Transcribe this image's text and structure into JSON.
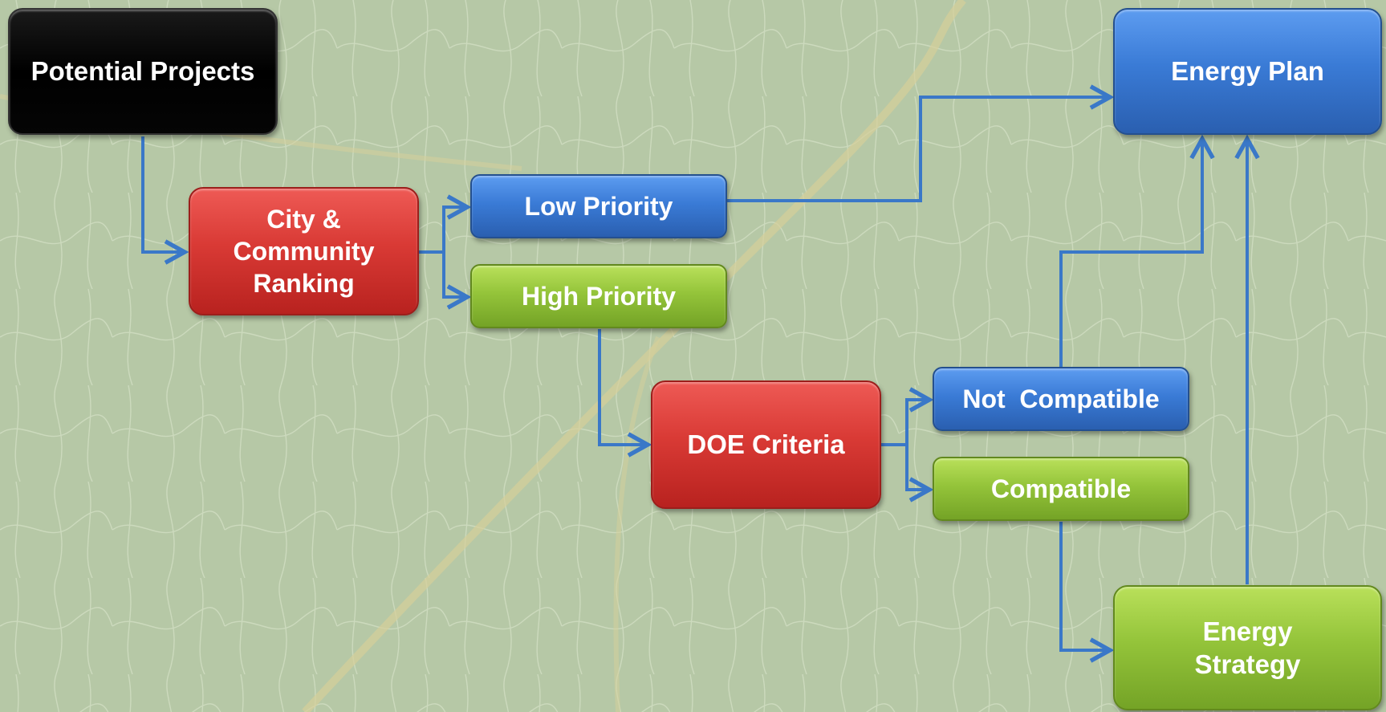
{
  "diagram": {
    "nodes": {
      "potential_projects": "Potential Projects",
      "city_community_ranking": "City &\nCommunity\nRanking",
      "low_priority": "Low Priority",
      "high_priority": "High Priority",
      "doe_criteria": "DOE Criteria",
      "not_compatible": "Not  Compatible",
      "compatible": "Compatible",
      "energy_plan": "Energy Plan",
      "energy_strategy": "Energy\nStrategy"
    },
    "edges": [
      [
        "potential_projects",
        "city_community_ranking"
      ],
      [
        "city_community_ranking",
        "low_priority"
      ],
      [
        "city_community_ranking",
        "high_priority"
      ],
      [
        "low_priority",
        "energy_plan"
      ],
      [
        "high_priority",
        "doe_criteria"
      ],
      [
        "doe_criteria",
        "not_compatible"
      ],
      [
        "doe_criteria",
        "compatible"
      ],
      [
        "not_compatible",
        "energy_plan"
      ],
      [
        "compatible",
        "energy_strategy"
      ],
      [
        "energy_strategy",
        "energy_plan"
      ]
    ],
    "colors": {
      "arrow": "#3a78c8",
      "red": "#d93a35",
      "blue": "#3a7bd6",
      "green": "#94c43a",
      "black": "#000000",
      "background": "#b7c9a7"
    }
  }
}
